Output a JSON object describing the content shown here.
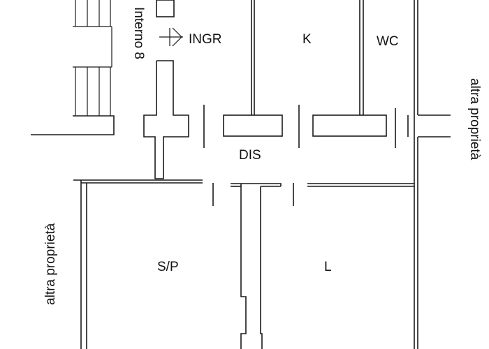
{
  "rooms": {
    "ingr": "INGR",
    "k": "K",
    "wc": "WC",
    "dis": "DIS",
    "sp": "S/P",
    "l": "L"
  },
  "labels": {
    "interno": "Interno 8",
    "altra_right": "altra proprietà",
    "altra_left": "altra proprietà"
  },
  "icons": {
    "entry": "entry-arrow-icon"
  },
  "colors": {
    "line": "#1a1a1a",
    "background": "#ffffff"
  }
}
